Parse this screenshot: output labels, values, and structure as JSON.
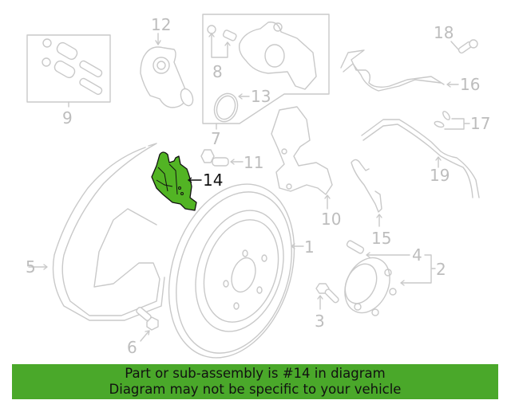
{
  "diagram": {
    "highlighted_part": "14",
    "colors": {
      "highlight_fill": "#52b424",
      "line_art": "#c9c9c9",
      "label_gray": "#bdbdbd",
      "banner_bg": "#4aa82a"
    },
    "callouts": [
      {
        "id": "1",
        "label": "1",
        "part": "brake-rotor"
      },
      {
        "id": "2",
        "label": "2",
        "part": "hub-bearing-assembly"
      },
      {
        "id": "3",
        "label": "3",
        "part": "hub-bolt"
      },
      {
        "id": "4",
        "label": "4",
        "part": "wheel-stud"
      },
      {
        "id": "5",
        "label": "5",
        "part": "splash-shield"
      },
      {
        "id": "6",
        "label": "6",
        "part": "shield-bolt"
      },
      {
        "id": "7",
        "label": "7",
        "part": "caliper-assembly"
      },
      {
        "id": "8",
        "label": "8",
        "part": "bleeder-and-cap"
      },
      {
        "id": "9",
        "label": "9",
        "part": "guide-pin-kit"
      },
      {
        "id": "10",
        "label": "10",
        "part": "caliper-bracket"
      },
      {
        "id": "11",
        "label": "11",
        "part": "bracket-bolt"
      },
      {
        "id": "12",
        "label": "12",
        "part": "parking-brake-motor"
      },
      {
        "id": "13",
        "label": "13",
        "part": "motor-seal"
      },
      {
        "id": "14",
        "label": "14",
        "part": "brake-pads"
      },
      {
        "id": "15",
        "label": "15",
        "part": "pad-clip"
      },
      {
        "id": "16",
        "label": "16",
        "part": "brake-hose"
      },
      {
        "id": "17",
        "label": "17",
        "part": "hose-washers"
      },
      {
        "id": "18",
        "label": "18",
        "part": "hose-bolt"
      },
      {
        "id": "19",
        "label": "19",
        "part": "sensor-wire"
      }
    ]
  },
  "banner": {
    "line1": "Part or sub-assembly is #14 in diagram",
    "line2": "Diagram may not be specific to your vehicle"
  }
}
